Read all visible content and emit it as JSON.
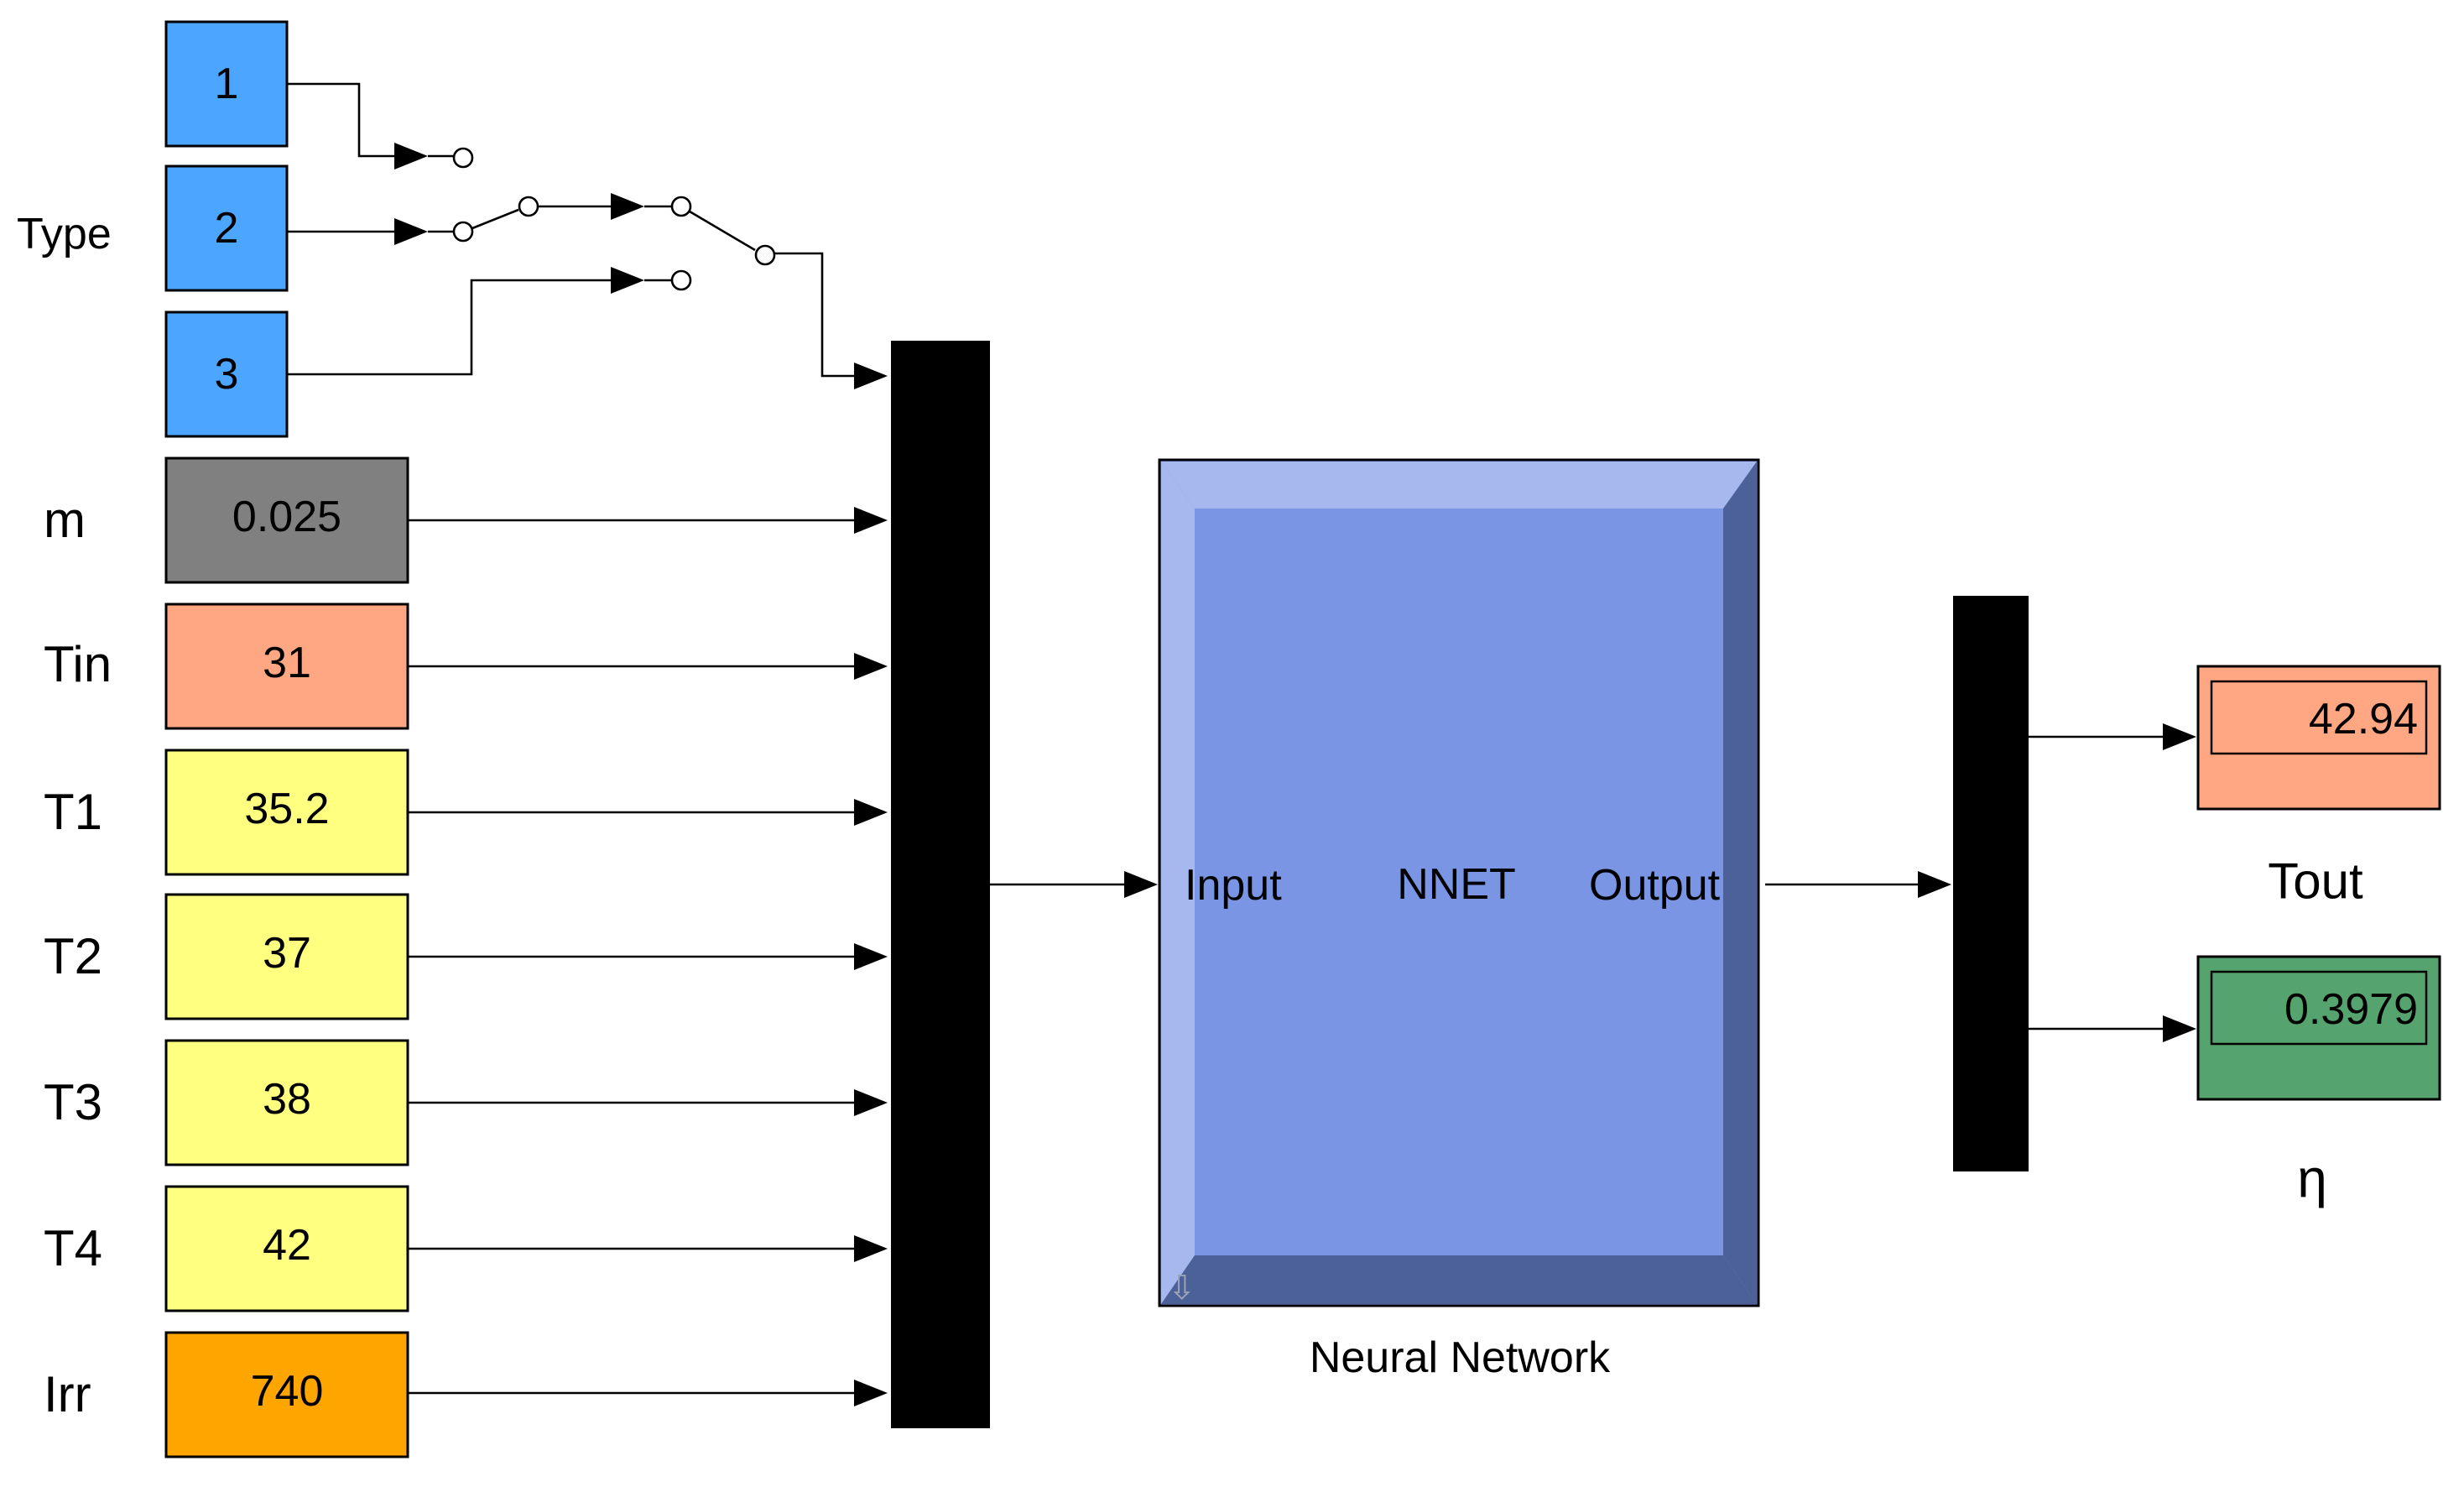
{
  "type_label": "Type",
  "type_constants": [
    "1",
    "2",
    "3"
  ],
  "inputs": [
    {
      "label": "m",
      "value": "0.025",
      "color": "#808080"
    },
    {
      "label": "Tin",
      "value": "31",
      "color": "#ffa783"
    },
    {
      "label": "T1",
      "value": "35.2",
      "color": "#ffff80"
    },
    {
      "label": "T2",
      "value": "37",
      "color": "#ffff80"
    },
    {
      "label": "T3",
      "value": "38",
      "color": "#ffff80"
    },
    {
      "label": "T4",
      "value": "42",
      "color": "#ffff80"
    },
    {
      "label": "Irr",
      "value": "740",
      "color": "#ffa500"
    }
  ],
  "constant_color": "#4ca6ff",
  "nnet": {
    "input_port": "Input",
    "center": "NNET",
    "output_port": "Output",
    "caption": "Neural Network",
    "color": "#7995e3"
  },
  "outputs": [
    {
      "label": "Tout",
      "value": "42.94",
      "color": "#ffa783"
    },
    {
      "label": "η",
      "value": "0.3979",
      "color": "#55a36f"
    }
  ]
}
